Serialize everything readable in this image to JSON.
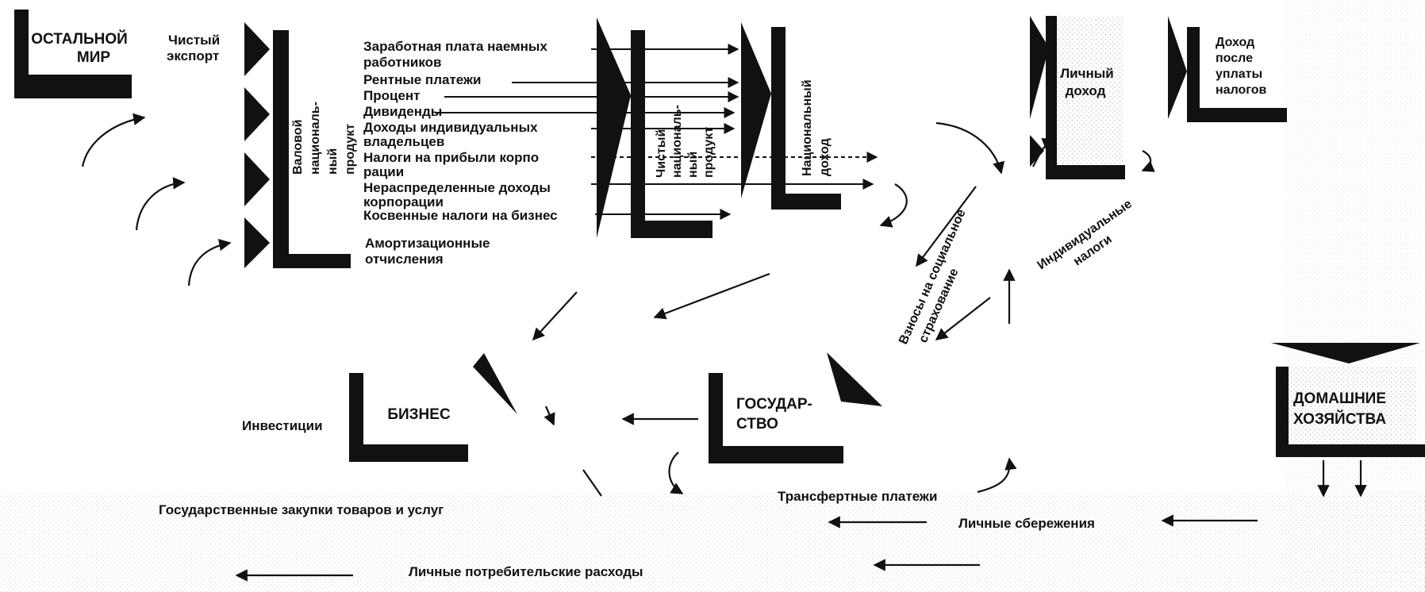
{
  "diagram": {
    "boxes": {
      "rest_of_world_line1": "ОСТАЛЬНОЙ",
      "rest_of_world_line2": "МИР",
      "business": "БИЗНЕС",
      "government_line1": "ГОСУДАР-",
      "government_line2": "СТВО",
      "households_line1": "ДОМАШНИЕ",
      "households_line2": "ХОЗЯЙСТВА",
      "personal_income_line1": "Личный",
      "personal_income_line2": "доход",
      "after_tax_line1": "Доход",
      "after_tax_line2": "после",
      "after_tax_line3": "уплаты",
      "after_tax_line4": "налогов"
    },
    "columns": {
      "gnp_line1": "Валовой",
      "gnp_line2": "националь-",
      "gnp_line3": "ный",
      "gnp_line4": "продукт",
      "nnp_line1": "Чистый",
      "nnp_line2": "националь-",
      "nnp_line3": "ный",
      "nnp_line4": "продукт",
      "ni_line1": "Национальный",
      "ni_line2": "доход"
    },
    "labels": {
      "net_export_line1": "Чистый",
      "net_export_line2": "экспорт",
      "wages_line1": "Заработная плата наемных",
      "wages_line2": "работников",
      "rent": "Рентные платежи",
      "interest": "Процент",
      "dividends": "Дивиденды",
      "proprietors_line1": "Доходы индивидуальных",
      "proprietors_line2": "владельцев",
      "corp_tax_line1": "Налоги на прибыли корпо",
      "corp_tax_line2": "рации",
      "retained_line1": "Нераспределенные доходы",
      "retained_line2": "корпорации",
      "indirect_taxes": "Косвенные налоги на бизнес",
      "depreciation_line1": "Амортизационные",
      "depreciation_line2": "отчисления",
      "investment": "Инвестиции",
      "gov_purchases": "Государственные закупки товаров и услуг",
      "consumption": "Личные потребительские расходы",
      "transfers": "Трансфертные платежи",
      "savings": "Личные  сбережения",
      "social_security_line1": "Взносы на социальное",
      "social_security_line2": "страхование",
      "personal_taxes_line1": "Индивидуальные",
      "personal_taxes_line2": "налоги"
    }
  }
}
